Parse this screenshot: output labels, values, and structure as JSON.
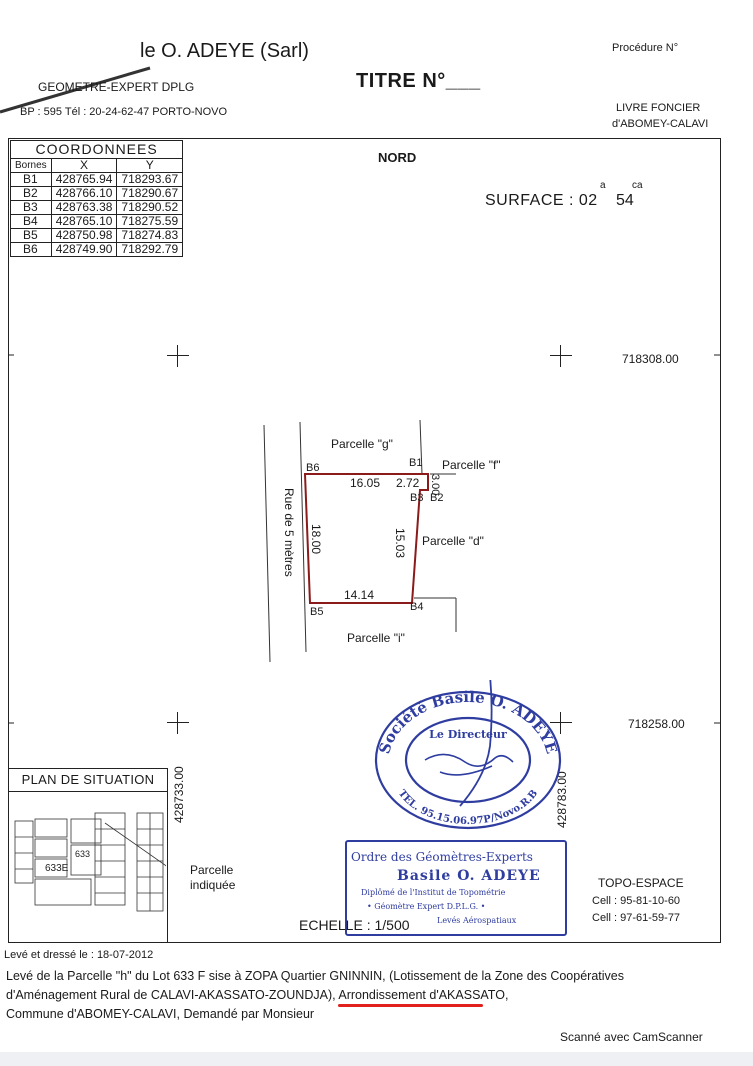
{
  "header": {
    "company": "le O. ADEYE (Sarl)",
    "subtitle": "GEOMETRE-EXPERT DPLG",
    "contact": "BP : 595  Tél : 20-24-62-47  PORTO-NOVO",
    "title": "TITRE N°___",
    "procedure": "Procédure N°",
    "livre_foncier_1": "LIVRE FONCIER",
    "livre_foncier_2": "d'ABOMEY-CALAVI"
  },
  "coords_table": {
    "title": "COORDONNEES",
    "col_bornes": "Bornes",
    "col_x": "X",
    "col_y": "Y",
    "rows": [
      {
        "borne": "B1",
        "x": "428765.94",
        "y": "718293.67"
      },
      {
        "borne": "B2",
        "x": "428766.10",
        "y": "718290.67"
      },
      {
        "borne": "B3",
        "x": "428763.38",
        "y": "718290.52"
      },
      {
        "borne": "B4",
        "x": "428765.10",
        "y": "718275.59"
      },
      {
        "borne": "B5",
        "x": "428750.98",
        "y": "718274.83"
      },
      {
        "borne": "B6",
        "x": "428749.90",
        "y": "718292.79"
      }
    ]
  },
  "plan": {
    "north": "NORD",
    "surface_label": "SURFACE : 02",
    "surface_a": "a",
    "surface_ca_value": "54",
    "surface_ca": "ca",
    "grid_y_top": "718308.00",
    "grid_y_bottom": "718258.00",
    "grid_x_left": "428733.00",
    "grid_x_right": "428783.00",
    "street": "Rue de 5 mètres",
    "parcel_g": "Parcelle \"g\"",
    "parcel_f": "Parcelle \"f\"",
    "parcel_d": "Parcelle \"d\"",
    "parcel_i": "Parcelle \"i\"",
    "b1": "B1",
    "b2": "B2",
    "b3": "B3",
    "b4": "B4",
    "b5": "B5",
    "b6": "B6",
    "d_top": "16.05",
    "d_b1b2": "3.00",
    "d_b2b3": "2.72",
    "d_b3b4": "15.03",
    "d_bottom": "14.14",
    "d_left": "18.00",
    "parcel_color": "#8b1a1a"
  },
  "situation": {
    "title": "PLAN DE SITUATION",
    "pointer_1": "Parcelle",
    "pointer_2": "indiquée",
    "lots": [
      "633E",
      "633"
    ]
  },
  "stamp": {
    "ring_text": "Société Basile O. ADEYE",
    "center": "Le Directeur",
    "bottom": "TEL. 95.15.06.97P/Novo.R.B",
    "color": "#2f3da0"
  },
  "ordre": {
    "line1": "Ordre des Géomètres-Experts",
    "line2": "Basile O. ADEYE",
    "line3": "Diplômé de l'Institut de Topométrie",
    "line4": "• Géomètre Expert D.P.L.G. •",
    "line5": "Levés Aérospatiaux"
  },
  "scale": "ECHELLE : 1/500",
  "topo": {
    "name": "TOPO-ESPACE",
    "cell1": "Cell : 95-81-10-60",
    "cell2": "Cell : 97-61-59-77"
  },
  "footer": {
    "date": "Levé et dressé le : 18-07-2012",
    "line1": "Levé de la Parcelle \"h\" du Lot 633 F sise à ZOPA Quartier GNINNIN, (Lotissement de la Zone des Coopératives",
    "line2": "d'Aménagement Rural de CALAVI-AKASSATO-ZOUNDJA), Arrondissement d'AKASSATO,",
    "line3": "Commune d'ABOMEY-CALAVI, Demandé par Monsieur",
    "scanner": "Scanné avec CamScanner"
  }
}
